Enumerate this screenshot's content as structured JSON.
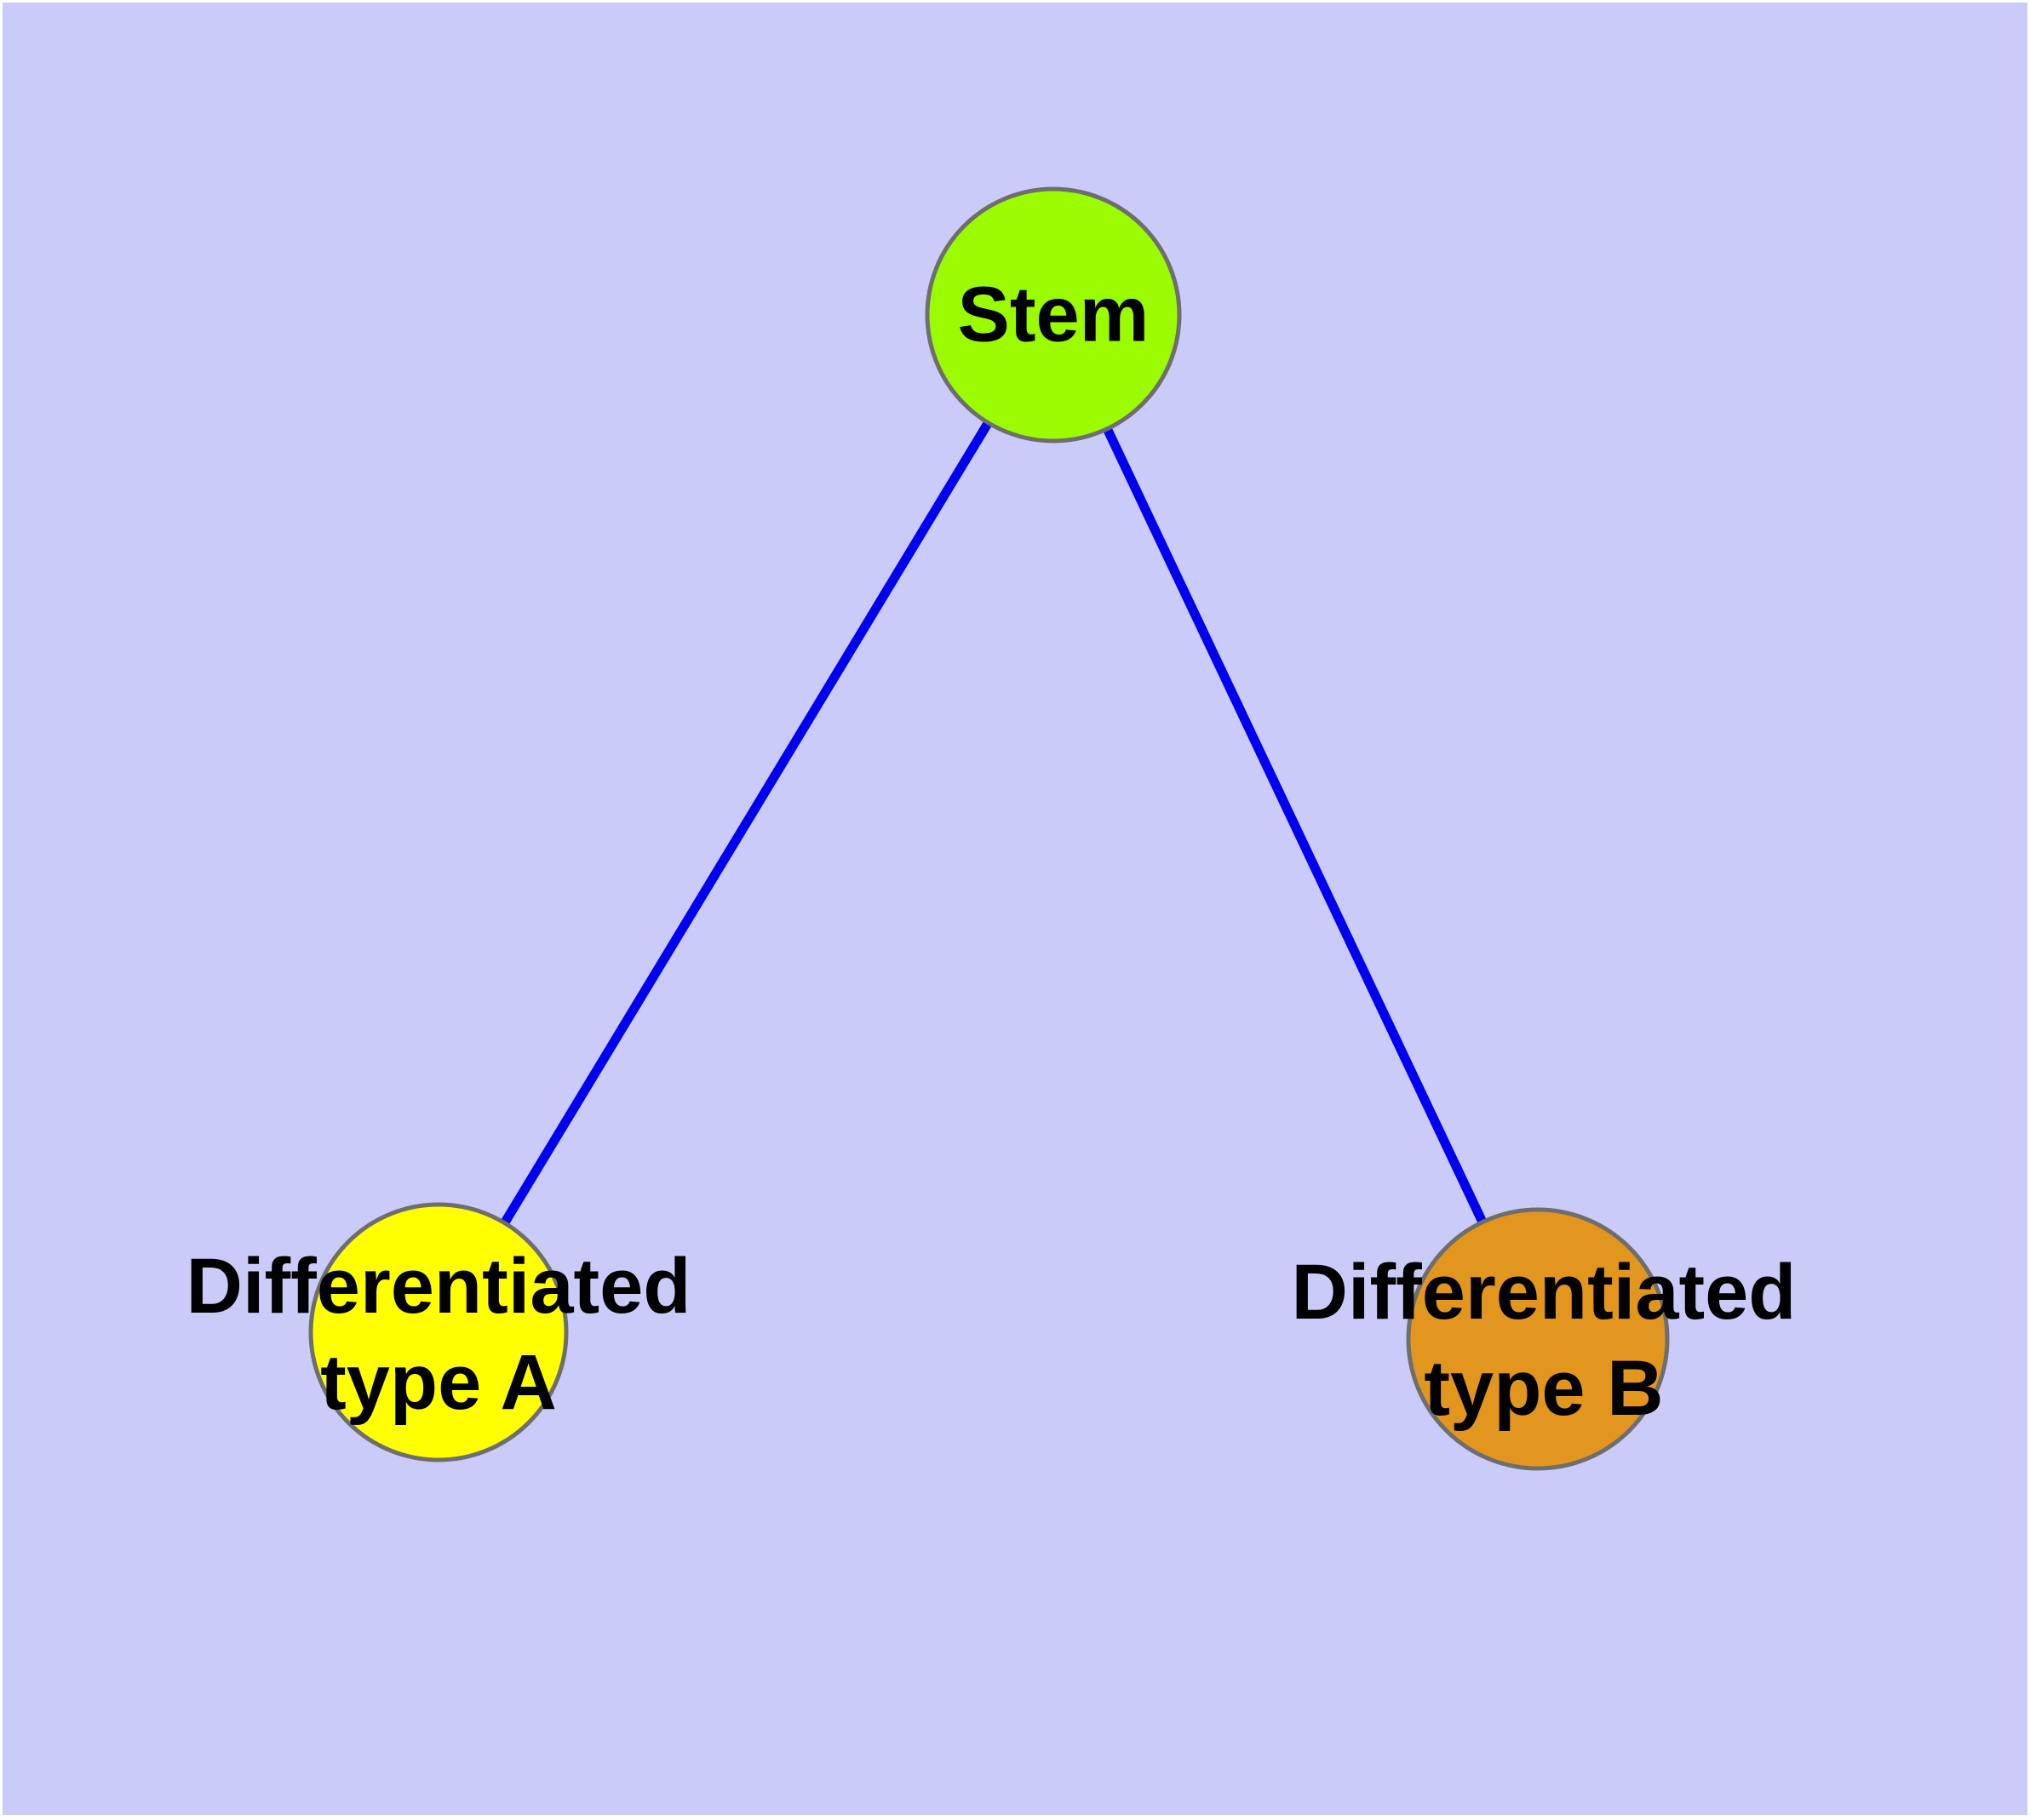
{
  "diagram": {
    "background_color": "#CBCBF9",
    "edge_color": "#0000EE",
    "node_border_color": "#6E6E6E",
    "label_color": "#000000",
    "nodes": {
      "stem": {
        "label_line1": "Stem",
        "fill_color": "#9BFB00"
      },
      "type_a": {
        "label_line1": "Differentiated",
        "label_line2": "type A",
        "fill_color": "#FFFF00"
      },
      "type_b": {
        "label_line1": "Differentiated",
        "label_line2": "type B",
        "fill_color": "#E2961E"
      }
    },
    "edges": {
      "stem_to_type_a": "stem - type A",
      "stem_to_type_b": "stem - type B"
    }
  }
}
